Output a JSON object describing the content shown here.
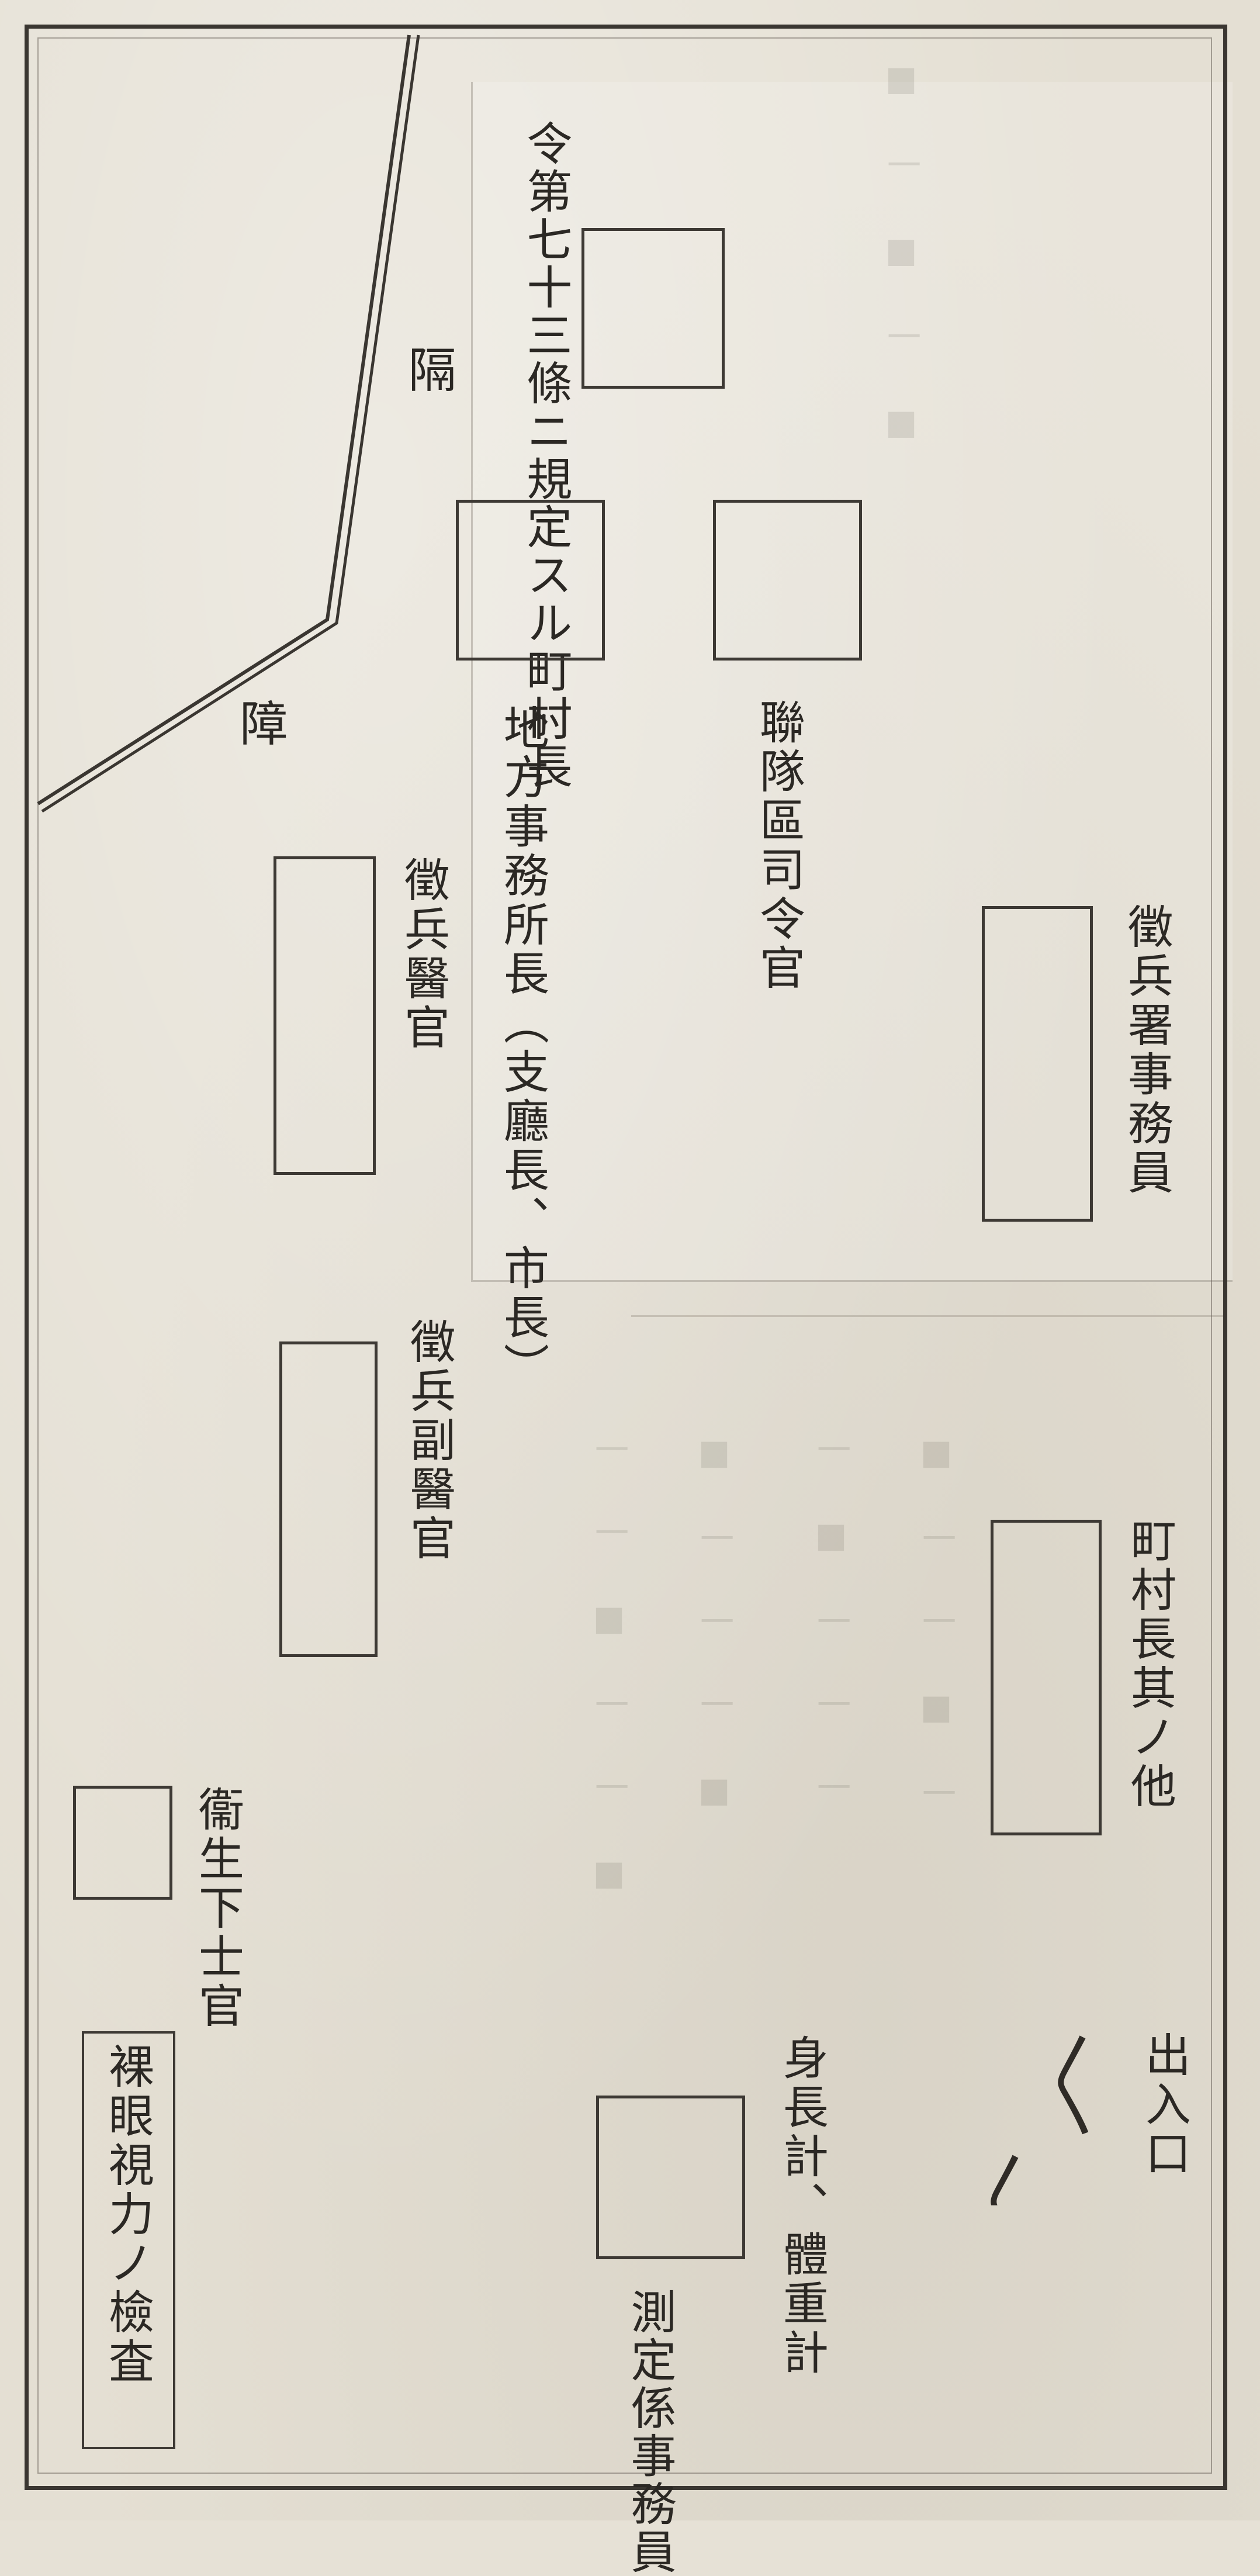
{
  "labels": {
    "regulation": "令第七十三條ニ規定スル町村長",
    "partition_top": "隔",
    "partition_bottom": "障",
    "regional_office_head": "地方事務所長（支廳長、市長）",
    "regiment_commander": "聯隊區司令官",
    "conscription_physician": "徵兵醫官",
    "conscription_clerk": "徵兵署事務員",
    "deputy_physician": "徵兵副醫官",
    "town_head_etc": "町村長其ノ他",
    "sanitary_nco": "衞生下士官",
    "entrance": "出入口",
    "eyesight_exam": "裸眼視力ノ檢査",
    "height_weight": "身長計、體重計",
    "measurement_clerk": "測定係事務員"
  },
  "colors": {
    "ink": "#2b2824",
    "paper": "#e4dfd3",
    "frame": "#3a3631"
  }
}
